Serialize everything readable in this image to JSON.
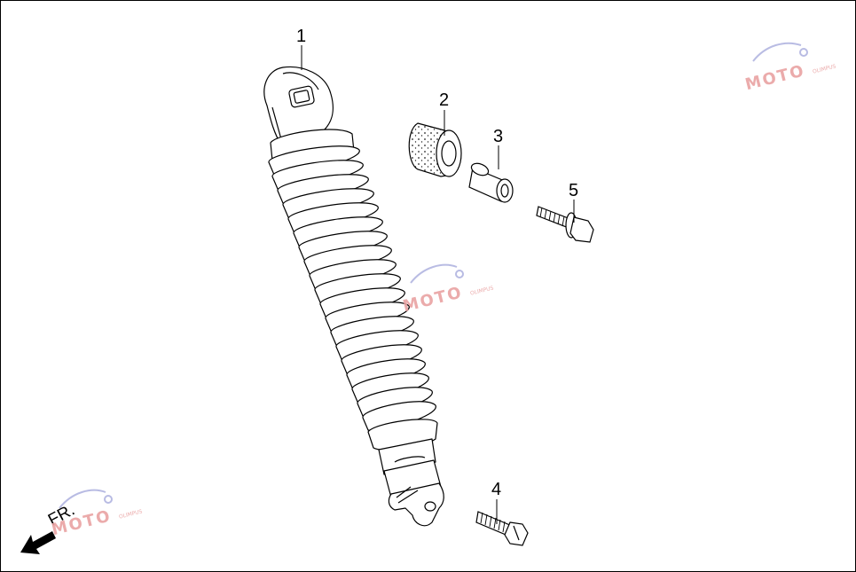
{
  "callouts": [
    {
      "id": "1",
      "label": "1"
    },
    {
      "id": "2",
      "label": "2"
    },
    {
      "id": "3",
      "label": "3"
    },
    {
      "id": "4",
      "label": "4"
    },
    {
      "id": "5",
      "label": "5"
    }
  ],
  "direction_label": "FR.",
  "watermark": {
    "text": "MOTO",
    "subtext": "OLIMPUS"
  },
  "colors": {
    "line": "#000000",
    "watermark": "#e9a2a2",
    "watermark_swoosh": "#8a8fd1"
  }
}
